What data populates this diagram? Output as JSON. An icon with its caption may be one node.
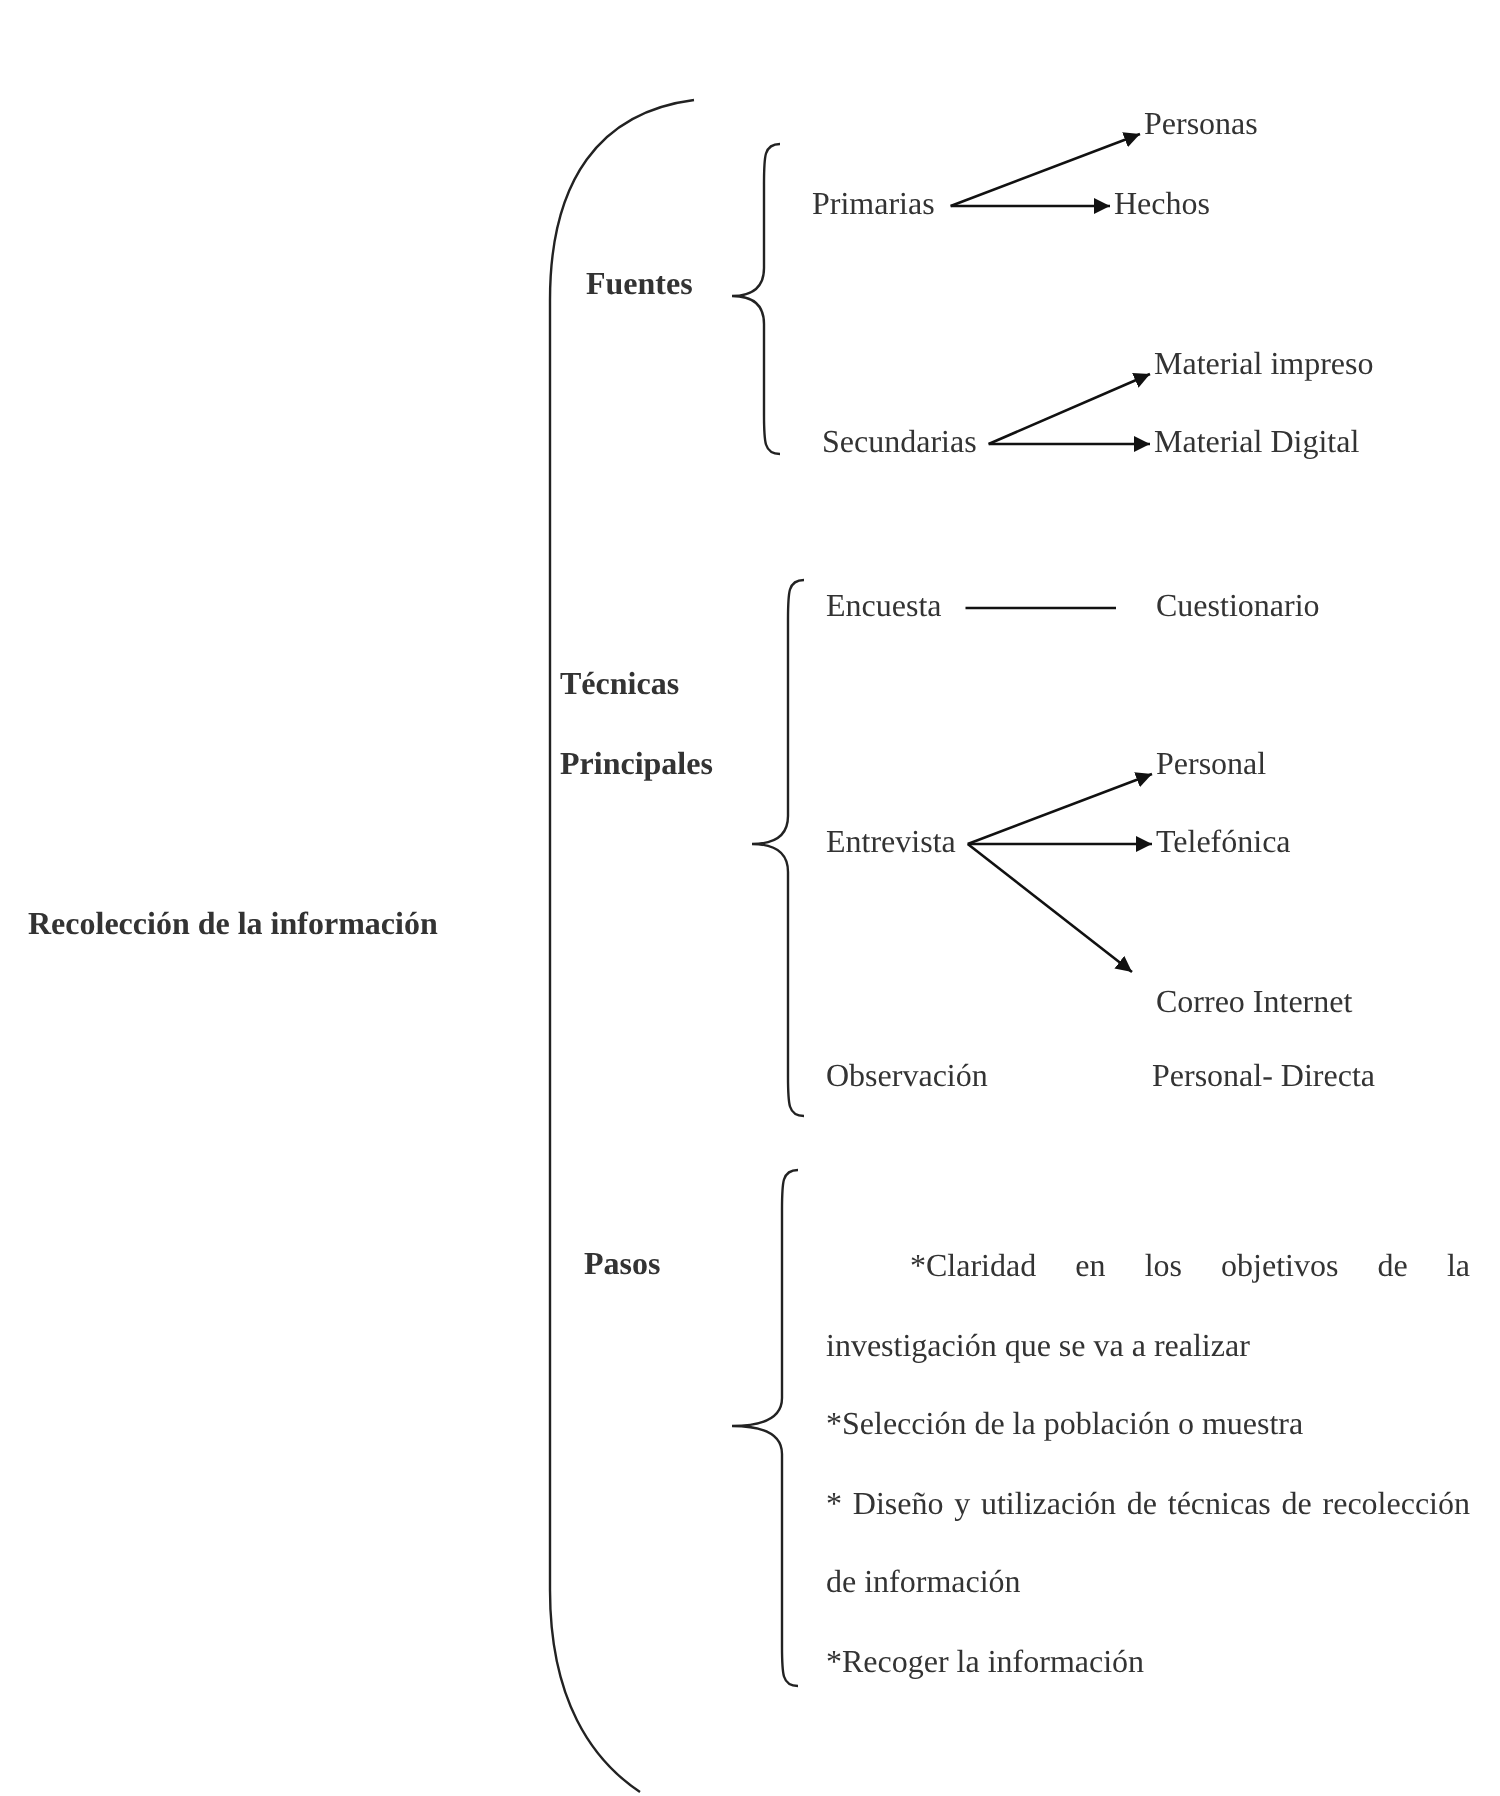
{
  "diagram": {
    "nodes": [
      {
        "text": [
          "Primarias"
        ]
      },
      {
        "text": [
          "Personas"
        ]
      },
      {
        "text": [
          "Hechos"
        ]
      },
      {
        "text": [
          "Secundarias"
        ]
      },
      {
        "text": [
          "Material impreso"
        ]
      },
      {
        "text": [
          "Material Digital"
        ]
      },
      {
        "text": [
          "Encuesta"
        ]
      },
      {
        "text": [
          "Cuestionario"
        ]
      },
      {
        "text": [
          "Entrevista"
        ]
      },
      {
        "text": [
          "Personal"
        ]
      },
      {
        "text": [
          "Telefónica"
        ]
      },
      {
        "text": [
          "Correo Internet"
        ]
      }
    ],
    "edges": [
      {
        "from": 0,
        "to": 1,
        "arrow": "to"
      },
      {
        "from": 0,
        "to": 2,
        "arrow": "to"
      },
      {
        "from": 3,
        "to": 4,
        "arrow": "to"
      },
      {
        "from": 3,
        "to": 5,
        "arrow": "to"
      },
      {
        "from": 6,
        "to": 7,
        "arrow": "none"
      },
      {
        "from": 8,
        "to": 9,
        "arrow": "to"
      },
      {
        "from": 8,
        "to": 10,
        "arrow": "to"
      },
      {
        "from": 8,
        "to": 11,
        "arrow": "to"
      }
    ],
    "labels": [
      "Recolección de la información",
      "Fuentes",
      "Técnicas Principales",
      "Observación",
      "Personal- Directa",
      "Pasos",
      "*Claridad en los objetivos de la investigación que se va a realizar",
      "*Selección de la población o muestra",
      "* Diseño y utilización de técnicas de recolección de información",
      "*Recoger la información"
    ]
  }
}
